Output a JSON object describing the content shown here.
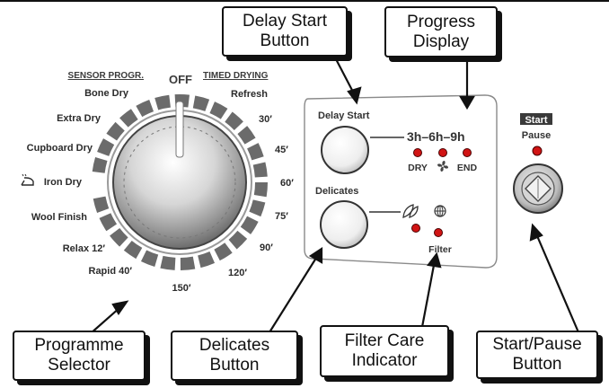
{
  "callouts": {
    "delay_start": "Delay Start\nButton",
    "progress_display": "Progress\nDisplay",
    "programme_selector": "Programme\nSelector",
    "delicates": "Delicates\nButton",
    "filter_care": "Filter Care\nIndicator",
    "start_pause": "Start/Pause\nButton"
  },
  "dial": {
    "off_label": "OFF",
    "sensor_header": "SENSOR PROGR.",
    "timed_header": "TIMED DRYING",
    "sensor_programs": [
      "Bone Dry",
      "Extra Dry",
      "Cupboard Dry",
      "Iron Dry",
      "Wool Finish",
      "Relax 12′",
      "Rapid 40′"
    ],
    "timed_programs": [
      "Refresh",
      "30′",
      "45′",
      "60′",
      "75′",
      "90′",
      "120′",
      "150′"
    ]
  },
  "panel": {
    "delay_start_label": "Delay Start",
    "delay_times": "3h–6h–9h",
    "progress_labels": [
      "DRY",
      "END"
    ],
    "delicates_label": "Delicates",
    "filter_label": "Filter"
  },
  "start_pause": {
    "start_label": "Start",
    "pause_label": "Pause"
  },
  "colors": {
    "led_red": "#d11414",
    "marker_grey": "#6b6b6b",
    "callout_border": "#111111"
  },
  "icons": [
    "iron-icon",
    "fan-icon",
    "leaf-icon",
    "globe-icon",
    "start-arrow-icon"
  ]
}
